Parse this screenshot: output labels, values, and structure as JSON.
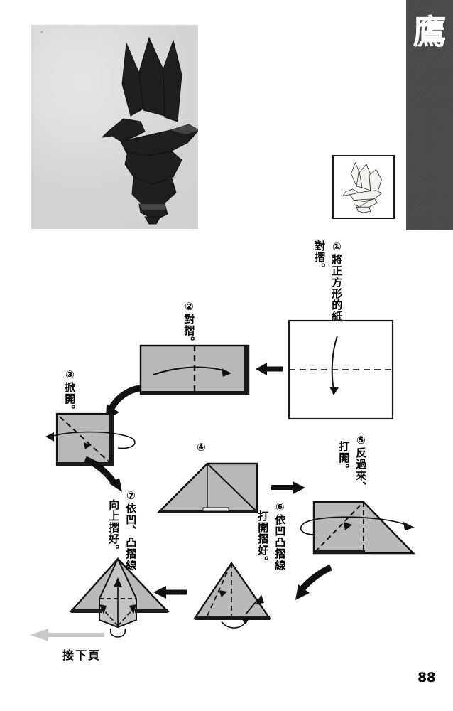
{
  "page": {
    "number": "88",
    "model_name": "鷹",
    "continue_label": "接下頁"
  },
  "photo": {
    "caption": "",
    "alt_name": "origami-eagle-photo",
    "background_color": "#d6d6d6",
    "model_color": "#1c1c1c"
  },
  "inset": {
    "alt_name": "origami-eagle-line-drawing",
    "border_color": "#1a1a1a",
    "fill_color": "#ffffff"
  },
  "banner": {
    "character": "鷹",
    "background_color": "#4a4a4a",
    "text_color": "#ffffff"
  },
  "steps": [
    {
      "id": "step-1",
      "marker": "①",
      "text_columns": [
        "①將正方形的紙",
        "對摺。"
      ],
      "full_text": "①將正方形的紙對摺。",
      "shape": "square",
      "fill": "#ffffff",
      "fold_line": "horizontal-dashed",
      "arrow": "curved-down"
    },
    {
      "id": "step-2",
      "marker": "②",
      "text_columns": [
        "②對摺。"
      ],
      "full_text": "②對摺。",
      "shape": "rectangle",
      "fill": "#b8b8b8",
      "fold_line": "vertical-dashed",
      "arrow": "horizontal-right"
    },
    {
      "id": "step-3",
      "marker": "③",
      "text_columns": [
        "③掀開。"
      ],
      "full_text": "③掀開。",
      "shape": "square-layered",
      "fill": "#b8b8b8",
      "fold_line": "diagonal-dashed",
      "arrow": "open-loop-left"
    },
    {
      "id": "step-4",
      "marker": "④",
      "text_columns": [],
      "full_text": "④",
      "shape": "triangle",
      "fill": "#b8b8b8",
      "fold_line": "diagonal-solid",
      "arrow": "none"
    },
    {
      "id": "step-5",
      "marker": "⑤",
      "text_columns": [
        "⑤反過來、",
        "打開。"
      ],
      "full_text": "⑤反過來、打開。",
      "shape": "triangle-flap",
      "fill": "#b8b8b8",
      "fold_line": "diagonal-dashed",
      "arrow": "rotate-right"
    },
    {
      "id": "step-6",
      "marker": "⑥",
      "text_columns": [
        "⑥依凹凸摺線",
        "打開摺好。"
      ],
      "full_text": "⑥依凹凸摺線，打開摺好。",
      "shape": "triangle",
      "fill": "#b8b8b8",
      "fold_line": "mountain-valley-dashed",
      "arrow": "up-left"
    },
    {
      "id": "step-7",
      "marker": "⑦",
      "text_columns": [
        "⑦依凹、凸摺線",
        "向上摺好。"
      ],
      "full_text": "⑦依凹、凸摺線，向上摺好。",
      "shape": "preliminary-base",
      "fill": "#b8b8b8",
      "fold_line": "mountain-valley-dashed",
      "arrow": "up"
    }
  ],
  "flow_arrows": [
    {
      "id": "arrow-1-to-2",
      "direction": "left"
    },
    {
      "id": "arrow-2-to-3",
      "direction": "down-left"
    },
    {
      "id": "arrow-3-to-4",
      "direction": "down-right"
    },
    {
      "id": "arrow-4-to-5",
      "direction": "right"
    },
    {
      "id": "arrow-5-to-6",
      "direction": "down-left"
    },
    {
      "id": "arrow-6-to-7",
      "direction": "left"
    },
    {
      "id": "arrow-next-page",
      "direction": "left",
      "color": "#c8c8c8"
    }
  ]
}
